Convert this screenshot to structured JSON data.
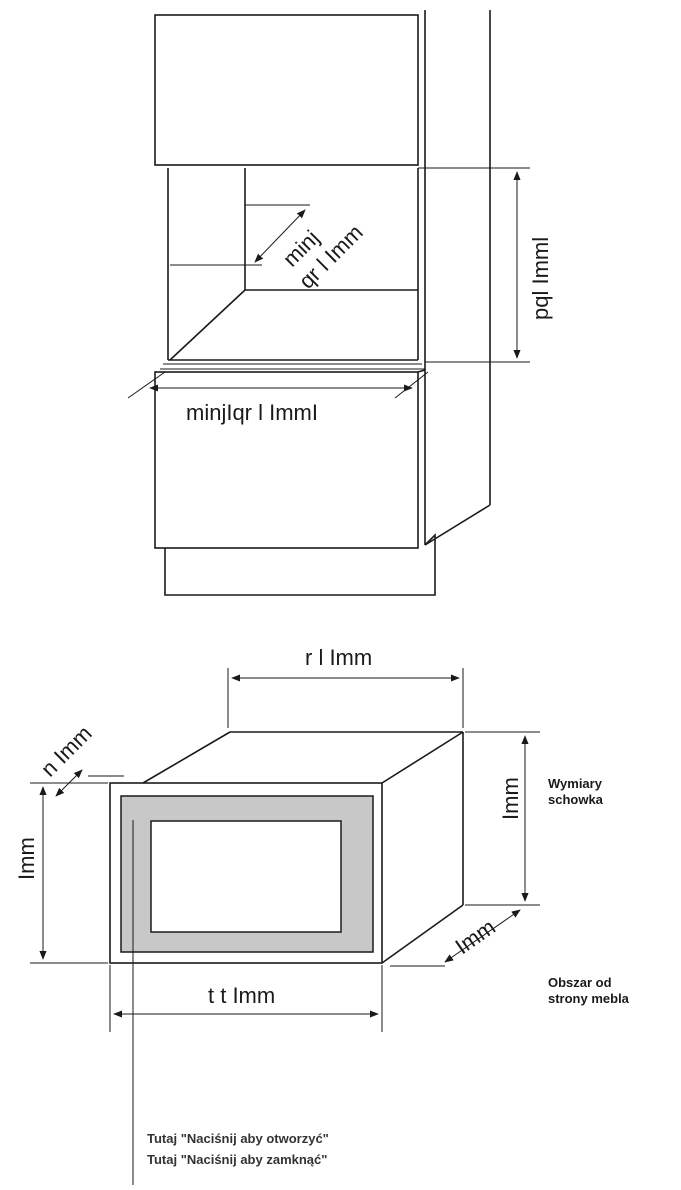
{
  "colors": {
    "line": "#1a1a1a",
    "panel_fill": "#c8c8c8",
    "background": "#ffffff"
  },
  "top_figure": {
    "label_depth": "minj",
    "label_depth_value": "qr l Imm",
    "label_height": "pql Imml",
    "label_width": "minjIqr l ImmI"
  },
  "bottom_figure": {
    "label_top_width": "r l Imm",
    "label_frame": "n Imm",
    "label_left_height": "Imm",
    "label_right_height": "Imm",
    "label_depth": "Imm",
    "label_bottom_width": "t t Imm",
    "note_dimensions": [
      "Wymiary",
      "schowka"
    ],
    "note_side": [
      "Obszar od",
      "strony mebla"
    ],
    "note_open": "Tutaj \"Naciśnij aby otworzyć\"",
    "note_close": "Tutaj \"Naciśnij aby zamknąć\""
  }
}
